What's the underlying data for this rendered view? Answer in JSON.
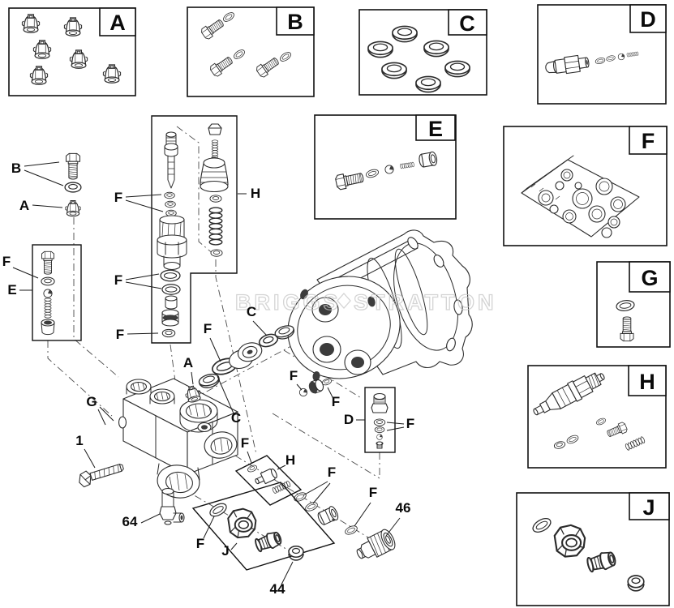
{
  "watermark": {
    "left": "BRIGGS",
    "right": "STRATTON"
  },
  "box_tabs": {
    "a": "A",
    "b": "B",
    "c": "C",
    "d": "D",
    "e": "E",
    "f": "F",
    "g": "G",
    "h": "H",
    "j": "J"
  },
  "callouts": {
    "a": "A",
    "b": "B",
    "c": "C",
    "d": "D",
    "e": "E",
    "f": "F",
    "g": "G",
    "h": "H",
    "j": "J",
    "n1": "1",
    "n44": "44",
    "n46": "46",
    "n64": "64"
  }
}
